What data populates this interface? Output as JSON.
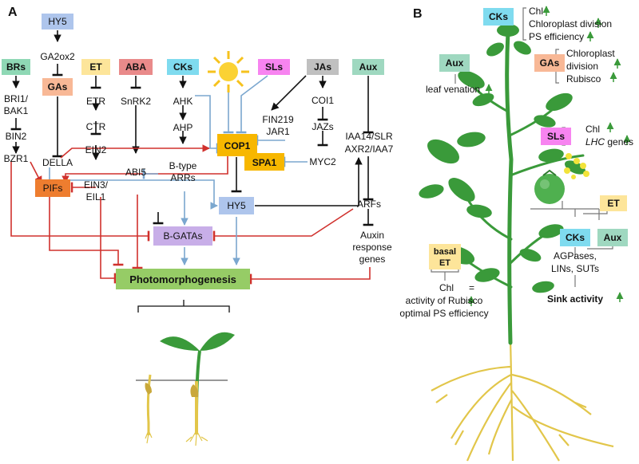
{
  "colors": {
    "blue_box": "#aec5ec",
    "green_box": "#8fd8b5",
    "salmon_box": "#f8b896",
    "yellow_box": "#fde59a",
    "red_box": "#e98a8a",
    "cyan_box": "#7fdbef",
    "pink_box": "#f784f0",
    "grey_box": "#c0c0c0",
    "aux_box": "#9fd8c0",
    "orange_box": "#f7b700",
    "pifs_box": "#ee7d2f",
    "purple_box": "#c8aee8",
    "photo_box": "#96cc66",
    "black_line": "#111111",
    "red_line": "#d0312d",
    "blue_line": "#7ba7cf",
    "plant_green": "#3a9a3a",
    "root_yellow": "#e2c64a"
  },
  "panel_a": {
    "label": "A",
    "boxes": {
      "hy5_top": "HY5",
      "brs": "BRs",
      "gas": "GAs",
      "et": "ET",
      "aba": "ABA",
      "cks": "CKs",
      "sls": "SLs",
      "jas": "JAs",
      "aux": "Aux",
      "cop1": "COP1",
      "spa1": "SPA1",
      "hy5_mid": "HY5",
      "pifs": "PIFs",
      "bgatas": "B-GATAs",
      "photo": "Photomorphogenesis"
    },
    "labels": {
      "ga2ox2": "GA2ox2",
      "bri1": "BRI1/",
      "bak1": "BAK1",
      "bin2": "BIN2",
      "bzr1": "BZR1",
      "della": "DELLA",
      "etr": "ETR",
      "ctr": "CTR",
      "ein2": "EIN2",
      "ein3": "EIN3/",
      "eil1": "EIL1",
      "snrk2": "SnRK2",
      "abi5": "ABI5",
      "ahk": "AHK",
      "ahp": "AHP",
      "btype1": "B-type",
      "btype2": "ARRs",
      "fin219": "FIN219",
      "jar1": "JAR1",
      "coi1": "COI1",
      "jazs": "JAZs",
      "myc2": "MYC2",
      "iaa14": "IAA14/SLR",
      "axr2": "AXR2/IAA7",
      "arfs": "ARFs",
      "auxin1": "Auxin",
      "auxin2": "response",
      "auxin3": "genes"
    }
  },
  "panel_b": {
    "label": "B",
    "boxes": {
      "cks_top": "CKs",
      "aux_left": "Aux",
      "gas": "GAs",
      "sls": "SLs",
      "et_right": "ET",
      "cks_low": "CKs",
      "aux_low": "Aux",
      "basal1": "basal",
      "basal2": "ET"
    },
    "texts": {
      "chl1": "Chl",
      "chloro_div": "Chloroplast division",
      "ps_eff": "PS efficiency",
      "leaf_ven": "leaf venation",
      "gas_1": "Chloroplast",
      "gas_2": "division",
      "gas_3": "Rubisco",
      "sls_chl": "Chl",
      "sls_lhc": "LHC",
      "sls_genes": " genes",
      "agp1": "AGPases,",
      "agp2": "LINs, SUTs",
      "sink": "Sink activity",
      "bas_chl": "Chl",
      "bas_eq": "=",
      "bas_rub": "activity of Rubisco",
      "bas_ps": "optimal PS efficiency"
    }
  }
}
